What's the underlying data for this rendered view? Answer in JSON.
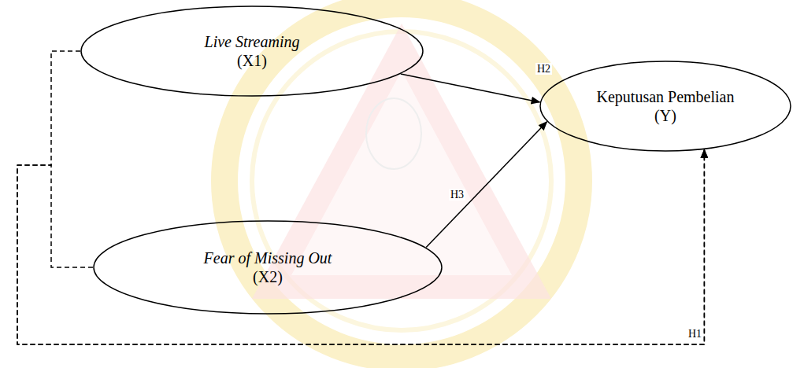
{
  "diagram": {
    "nodes": [
      {
        "text": [
          "Live Streaming",
          "(X1)"
        ]
      },
      {
        "text": [
          "Fear of Missing Out",
          "(X2)"
        ]
      },
      {
        "text": [
          "Keputusan Pembelian (Y)"
        ]
      }
    ],
    "edges": [
      {
        "from": 0,
        "to": 2,
        "arrow": "to",
        "label": "H2"
      },
      {
        "from": 1,
        "to": 2,
        "arrow": "to",
        "label": "H3"
      },
      {
        "from": 0,
        "to": 2,
        "arrow": "to",
        "label": "H1"
      },
      {
        "from": 1,
        "to": 2,
        "arrow": "to"
      }
    ]
  }
}
